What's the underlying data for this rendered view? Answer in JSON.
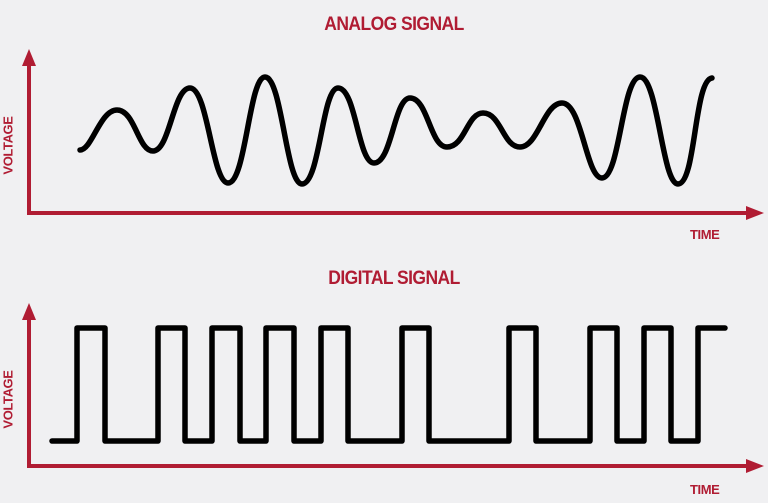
{
  "colors": {
    "background": "#f0f0f2",
    "accent": "#b01c33",
    "signal": "#000000"
  },
  "analog": {
    "title": "ANALOG SIGNAL",
    "ylabel": "VOLTAGE",
    "xlabel": "TIME"
  },
  "digital": {
    "title": "DIGITAL SIGNAL",
    "ylabel": "VOLTAGE",
    "xlabel": "TIME"
  },
  "chart_data": [
    {
      "type": "line",
      "title": "ANALOG SIGNAL",
      "xlabel": "TIME",
      "ylabel": "VOLTAGE",
      "grid": false,
      "description": "Continuous wave with varying amplitude; extrema in relative units (0 = baseline, positive = up)",
      "x": [
        0,
        1,
        2,
        3,
        4,
        5,
        6,
        7,
        8,
        9,
        10,
        11,
        12,
        13,
        14,
        15,
        16,
        17
      ],
      "values": [
        0,
        1.0,
        -0.05,
        1.6,
        -0.9,
        1.9,
        -0.95,
        1.6,
        -0.4,
        1.3,
        0.05,
        0.9,
        0.05,
        1.2,
        -0.7,
        1.9,
        -0.95,
        1.9
      ]
    },
    {
      "type": "line",
      "title": "DIGITAL SIGNAL",
      "xlabel": "TIME",
      "ylabel": "VOLTAGE",
      "grid": false,
      "description": "Square wave, discrete levels 0 (low) and 1 (high); segment sequence by time",
      "levels": [
        0,
        1
      ],
      "segments": [
        {
          "level": 0,
          "duration": 1
        },
        {
          "level": 1,
          "duration": 1
        },
        {
          "level": 0,
          "duration": 2
        },
        {
          "level": 1,
          "duration": 1
        },
        {
          "level": 0,
          "duration": 1
        },
        {
          "level": 1,
          "duration": 1
        },
        {
          "level": 0,
          "duration": 1
        },
        {
          "level": 1,
          "duration": 1
        },
        {
          "level": 0,
          "duration": 1
        },
        {
          "level": 1,
          "duration": 1
        },
        {
          "level": 0,
          "duration": 2
        },
        {
          "level": 1,
          "duration": 1
        },
        {
          "level": 0,
          "duration": 3
        },
        {
          "level": 1,
          "duration": 1
        },
        {
          "level": 0,
          "duration": 2
        },
        {
          "level": 1,
          "duration": 1
        },
        {
          "level": 0,
          "duration": 1
        },
        {
          "level": 1,
          "duration": 1
        },
        {
          "level": 0,
          "duration": 1
        },
        {
          "level": 1,
          "duration": 1
        }
      ]
    }
  ]
}
